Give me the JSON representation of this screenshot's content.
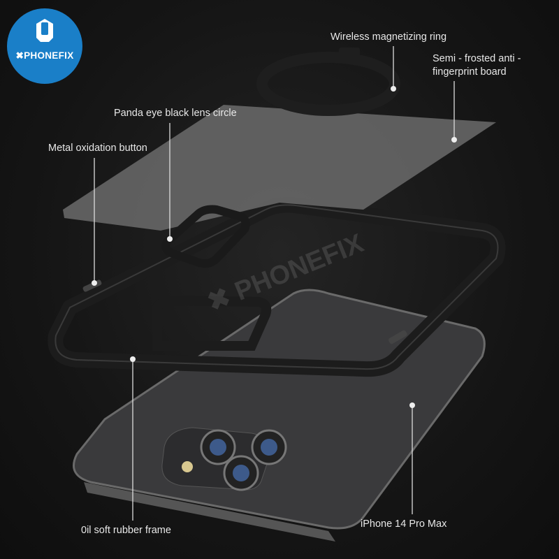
{
  "brand": {
    "logo_text": "PHONEFIX",
    "watermark": "PHONEFIX",
    "color": "#1a7fc8"
  },
  "labels": {
    "wireless_ring": "Wireless magnetizing ring",
    "frosted_board_line1": "Semi - frosted anti -",
    "frosted_board_line2": "fingerprint board",
    "lens_circle": "Panda eye black lens circle",
    "metal_button": "Metal oxidation button",
    "rubber_frame": "0il soft rubber frame",
    "phone_model": "iPhone 14 Pro Max"
  }
}
